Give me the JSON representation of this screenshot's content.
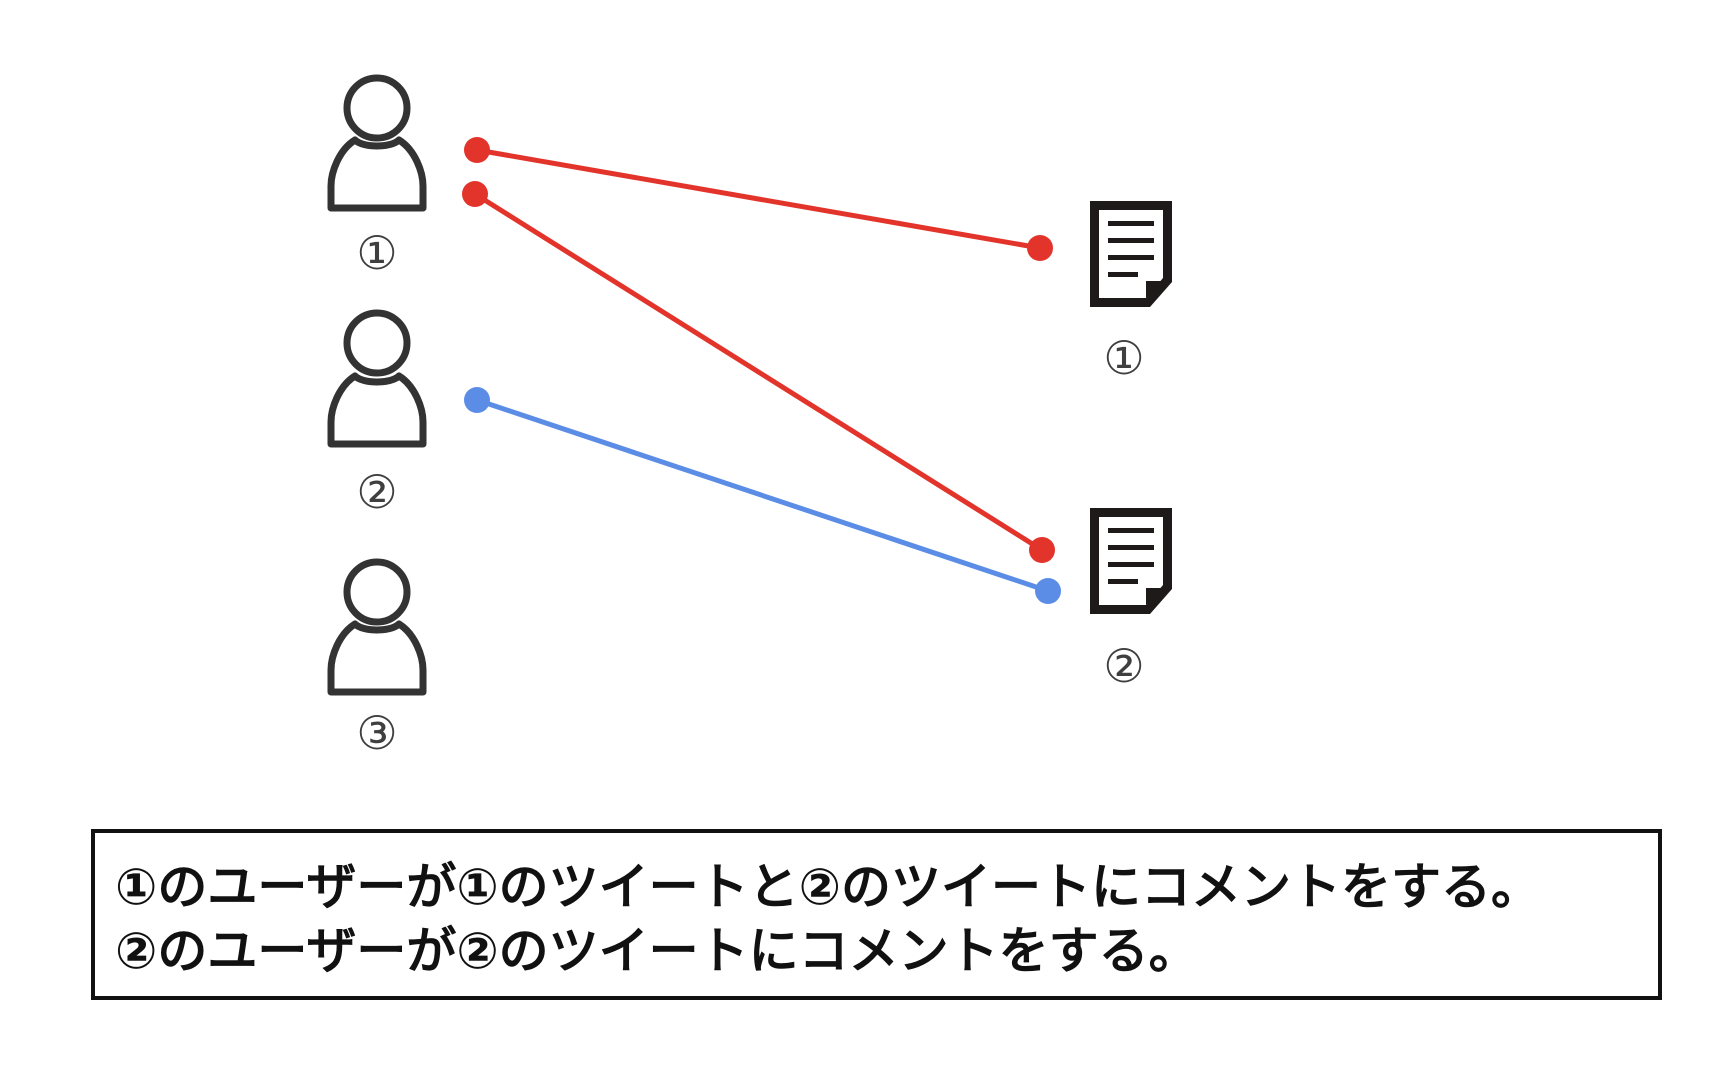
{
  "users": [
    {
      "label": "①"
    },
    {
      "label": "②"
    },
    {
      "label": "③"
    }
  ],
  "tweets": [
    {
      "label": "①"
    },
    {
      "label": "②"
    }
  ],
  "colors": {
    "user_1_links": "#e2342b",
    "user_2_links": "#5b8de6",
    "icon_stroke": "#333333",
    "document": "#1e1a1a"
  },
  "icons": {
    "user": "person-icon",
    "tweet": "document-icon"
  },
  "caption": {
    "line1": "①のユーザーが①のツイートと②のツイートにコメントをする。",
    "line2": "②のユーザーが②のツイートにコメントをする。"
  }
}
